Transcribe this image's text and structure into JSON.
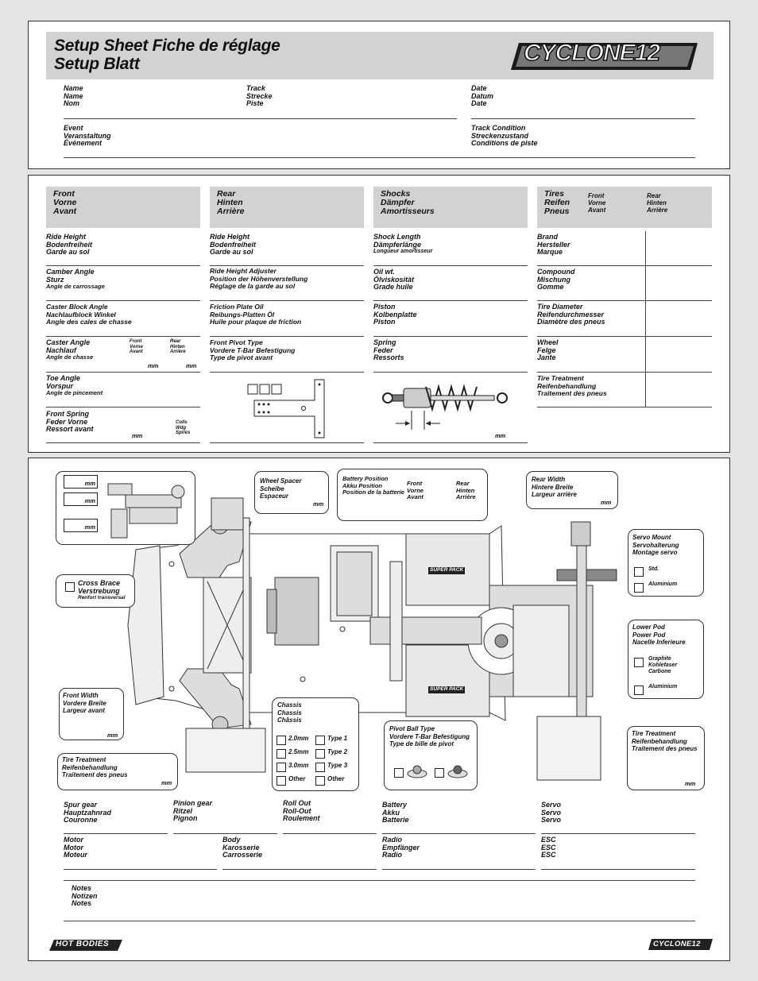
{
  "header": {
    "title_line1": "Setup Sheet  Fiche de réglage",
    "title_line2": "Setup Blatt",
    "logo_text": "CYCLONE12",
    "fields": [
      {
        "l1": "Name",
        "l2": "Name",
        "l3": "Nom"
      },
      {
        "l1": "Track",
        "l2": "Strecke",
        "l3": "Piste"
      },
      {
        "l1": "Date",
        "l2": "Datum",
        "l3": "Date"
      },
      {
        "l1": "Event",
        "l2": "Veranstaltung",
        "l3": "Événement"
      },
      {
        "l1": "Track Condition",
        "l2": "Streckenzustand",
        "l3": "Conditions de piste"
      }
    ]
  },
  "setup": {
    "front": {
      "hdr": [
        "Front",
        "Vorne",
        "Avant"
      ],
      "ride_height": [
        "Ride Height",
        "Bodenfreiheit",
        "Garde au sol"
      ],
      "camber": [
        "Camber Angle",
        "Sturz",
        "Angle de carrossage"
      ],
      "caster_block": [
        "Caster Block Angle",
        "Nachlaufblock Winkel",
        "Angle des cales de chasse"
      ],
      "caster": [
        "Caster Angle",
        "Nachlauf",
        "Angle de chasse"
      ],
      "caster_front": [
        "Front",
        "Vorne",
        "Avant"
      ],
      "caster_rear": [
        "Rear",
        "Hinten",
        "Arrière"
      ],
      "toe": [
        "Toe Angle",
        "Vorspur",
        "Angle de pincement"
      ],
      "spring": [
        "Front Spring",
        "Feder Vorne",
        "Ressort avant"
      ],
      "coils": [
        "Coils",
        "Wdg",
        "Spires"
      ]
    },
    "rear": {
      "hdr": [
        "Rear",
        "Hinten",
        "Arrière"
      ],
      "ride_height": [
        "Ride Height",
        "Bodenfreiheit",
        "Garde au sol"
      ],
      "rh_adjuster": [
        "Ride Height Adjuster",
        "Position der Höhenverstellung",
        "Réglage de la garde au sol"
      ],
      "friction": [
        "Friction Plate Oil",
        "Reibungs-Platten Öl",
        "Huile pour plaque de friction"
      ],
      "pivot": [
        "Front Pivot Type",
        "Vordere T-Bar Befestigung",
        "Type de pivot avant"
      ]
    },
    "shocks": {
      "hdr": [
        "Shocks",
        "Dämpfer",
        "Amortisseurs"
      ],
      "length": [
        "Shock Length",
        "Dämpferlänge",
        "Longueur amortisseur"
      ],
      "oil": [
        "Oil wt.",
        "Ölviskosität",
        "Grade huile"
      ],
      "piston": [
        "Piston",
        "Kolbenplatte",
        "Piston"
      ],
      "spring": [
        "Spring",
        "Feder",
        "Ressorts"
      ]
    },
    "tires": {
      "hdr": [
        "Tires",
        "Reifen",
        "Pneus"
      ],
      "front": [
        "Front",
        "Vorne",
        "Avant"
      ],
      "rear": [
        "Rear",
        "Hinten",
        "Arrière"
      ],
      "brand": [
        "Brand",
        "Hersteller",
        "Marque"
      ],
      "compound": [
        "Compound",
        "Mischung",
        "Gomme"
      ],
      "diameter": [
        "Tire Diameter",
        "Reifendurchmesser",
        "Diamètre des pneus"
      ],
      "wheel": [
        "Wheel",
        "Felge",
        "Jante"
      ],
      "treatment": [
        "Tire Treatment",
        "Reifenbehandlung",
        "Traitement des pneus"
      ]
    },
    "mm": "mm"
  },
  "chassis": {
    "mm": "mm",
    "wheel_spacer": [
      "Wheel Spacer",
      "Scheibe",
      "Espaceur"
    ],
    "battery_pos": [
      "Battery Position",
      "Akku Position",
      "Position de la batterie"
    ],
    "bp_front": [
      "Front",
      "Vorne",
      "Avant"
    ],
    "bp_rear": [
      "Rear",
      "Hinten",
      "Arrière"
    ],
    "rear_width": [
      "Rear Width",
      "Hintere Breite",
      "Largeur arrière"
    ],
    "servo_mount": [
      "Servo Mount",
      "Servohalterung",
      "Montage servo"
    ],
    "servo_std": "Std.",
    "servo_alu": "Aluminium",
    "cross_brace": [
      "Cross Brace",
      "Verstrebung",
      "Renfort transversal"
    ],
    "lower_pod": [
      "Lower Pod",
      "Power Pod",
      "Nacelle Inferieure"
    ],
    "lp_graphite": [
      "Graphite",
      "Kohlefaser",
      "Carbone"
    ],
    "lp_alu": "Aluminium",
    "front_width": [
      "Front Width",
      "Vordere Breite",
      "Largeur avant"
    ],
    "chassis_box": [
      "Chassis",
      "Chassis",
      "Châssis"
    ],
    "chassis_opts": [
      "2.0mm",
      "2.5mm",
      "3.0mm",
      "Other"
    ],
    "type_opts": [
      "Type 1",
      "Type 2",
      "Type 3",
      "Other"
    ],
    "pivot_ball": [
      "Pivot Ball Type",
      "Vordere T-Bar Befestigung",
      "Type de bille de pivot"
    ],
    "tire_tr_l": [
      "Tire Treatment",
      "Reifenbehandlung",
      "Traitement des pneus"
    ],
    "tire_tr_r": [
      "Tire Treatment",
      "Reifenbehandlung",
      "Traitement des pneus"
    ],
    "battery_label_1": "SUPER PACK",
    "battery_label_2": "SUPER PACK"
  },
  "bottom": {
    "spur": [
      "Spur gear",
      "Hauptzahnrad",
      "Couronne"
    ],
    "pinion": [
      "Pinion gear",
      "Ritzel",
      "Pignon"
    ],
    "rollout": [
      "Roll Out",
      "Roll-Out",
      "Roulement"
    ],
    "battery": [
      "Battery",
      "Akku",
      "Batterie"
    ],
    "servo": [
      "Servo",
      "Servo",
      "Servo"
    ],
    "motor": [
      "Motor",
      "Motor",
      "Moteur"
    ],
    "body": [
      "Body",
      "Karosserie",
      "Carrosserie"
    ],
    "radio": [
      "Radio",
      "Empfänger",
      "Radio"
    ],
    "esc": [
      "ESC",
      "ESC",
      "ESC"
    ],
    "notes": [
      "Notes",
      "Notizen",
      "Notes"
    ]
  },
  "footer": {
    "left_logo": "HOT BODIES",
    "right_logo": "CYCLONE12"
  }
}
